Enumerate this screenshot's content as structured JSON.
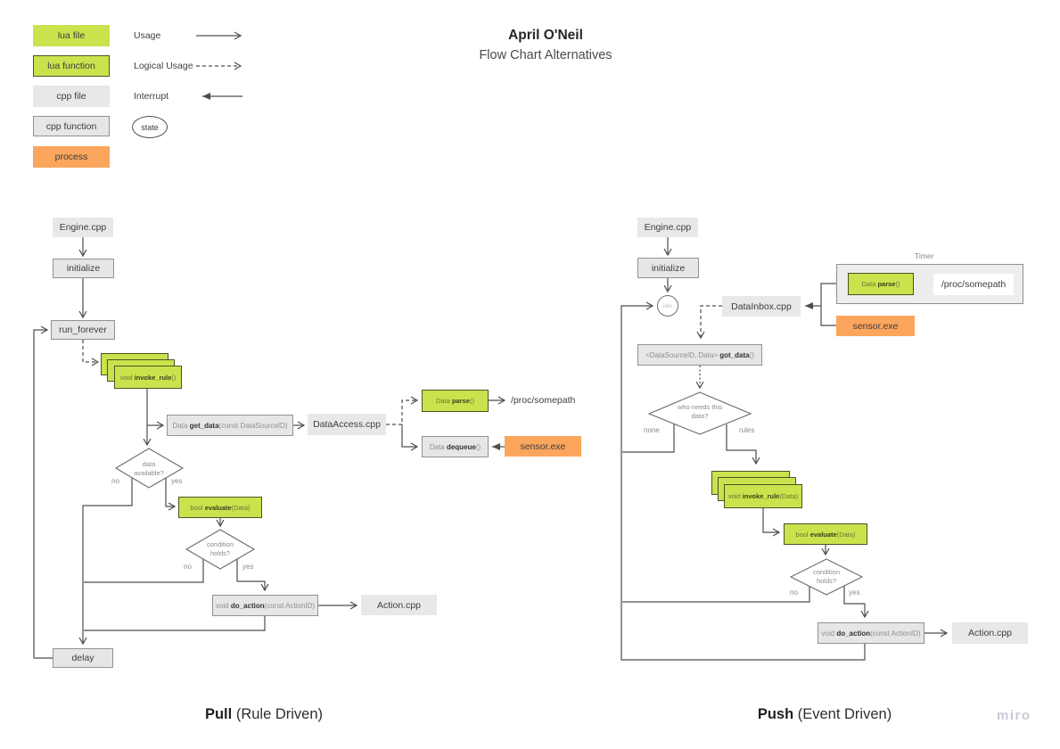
{
  "title": {
    "name": "April O'Neil",
    "subtitle": "Flow Chart Alternatives"
  },
  "watermark": "miro",
  "colors": {
    "lua_green": "#c9e34d",
    "cpp_gray": "#e8e8e8",
    "process_orange": "#fba55d",
    "line": "#4d4d4d"
  },
  "legend": {
    "items": [
      {
        "label": "lua file",
        "type": "lua-file"
      },
      {
        "label": "lua function",
        "type": "lua-function"
      },
      {
        "label": "cpp file",
        "type": "cpp-file"
      },
      {
        "label": "cpp function",
        "type": "cpp-function"
      },
      {
        "label": "process",
        "type": "process"
      }
    ],
    "arrows": [
      {
        "label": "Usage",
        "style": "solid"
      },
      {
        "label": "Logical Usage",
        "style": "dashed"
      },
      {
        "label": "Interrupt",
        "style": "interrupt"
      }
    ],
    "state_label": "state"
  },
  "pull": {
    "caption_bold": "Pull",
    "caption_rest": " (Rule Driven)",
    "engine": "Engine.cpp",
    "initialize": "initialize",
    "run_forever": "run_forever",
    "invoke_rule": {
      "pre": "void ",
      "name": "invoke_rule",
      "post": "()"
    },
    "get_data": {
      "pre": "Data ",
      "name": "get_data",
      "post": "(const DataSourceID)"
    },
    "data_access": "DataAccess.cpp",
    "parse": {
      "pre": "Data ",
      "name": "parse",
      "post": "()"
    },
    "proc_path": "/proc/somepath",
    "dequeue": {
      "pre": "Data ",
      "name": "dequeue",
      "post": "()"
    },
    "sensor": "sensor.exe",
    "data_available": {
      "line1": "data",
      "line2": "available?"
    },
    "condition": {
      "line1": "condition",
      "line2": "holds?"
    },
    "evaluate": {
      "pre": "bool ",
      "name": "evaluate",
      "post": "(Data)"
    },
    "do_action": {
      "pre": "void ",
      "name": "do_action",
      "post": "(const ActionID)"
    },
    "action_cpp": "Action.cpp",
    "delay": "delay",
    "labels": {
      "no1": "no",
      "yes1": "yes",
      "no2": "no",
      "yes2": "yes"
    }
  },
  "push": {
    "caption_bold": "Push",
    "caption_rest": " (Event Driven)",
    "engine": "Engine.cpp",
    "initialize": "initialize",
    "idle": "idle",
    "data_inbox": "DataInbox.cpp",
    "timer_label": "Timer",
    "parse": {
      "pre": "Data ",
      "name": "parse",
      "post": "()"
    },
    "proc_path": "/proc/somepath",
    "sensor": "sensor.exe",
    "got_data": {
      "pre": "<DataSourceID, Data> ",
      "name": "got_data",
      "post": "()"
    },
    "who_needs": {
      "line1": "who needs this",
      "line2": "data?"
    },
    "invoke_rule": {
      "pre": "void ",
      "name": "invoke_rule",
      "post": "(Data)"
    },
    "evaluate": {
      "pre": "bool ",
      "name": "evaluate",
      "post": "(Data)"
    },
    "condition": {
      "line1": "condition",
      "line2": "holds?"
    },
    "do_action": {
      "pre": "void ",
      "name": "do_action",
      "post": "(const ActionID)"
    },
    "action_cpp": "Action.cpp",
    "labels": {
      "none": "none",
      "rules": "rules",
      "no": "no",
      "yes": "yes"
    }
  }
}
